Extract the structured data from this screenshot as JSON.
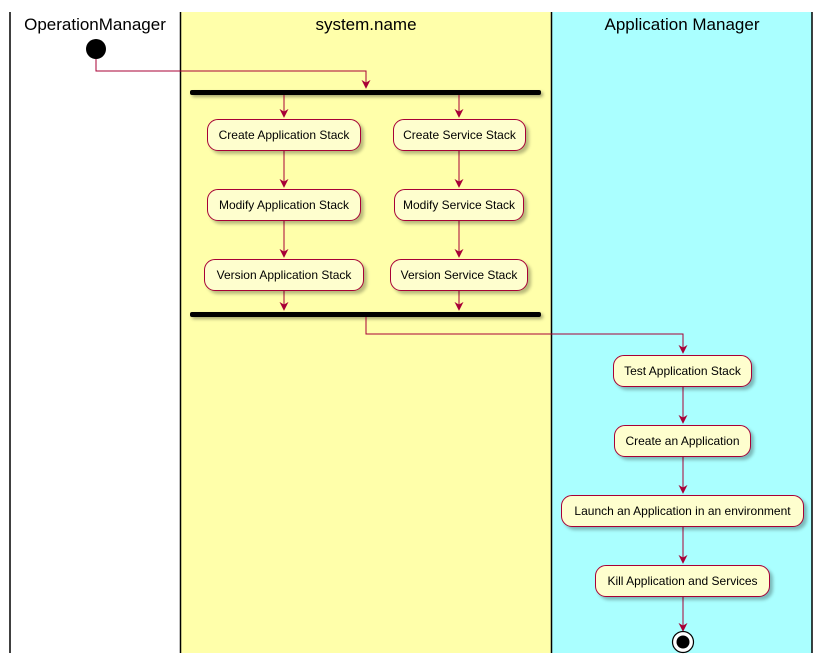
{
  "swimlanes": [
    {
      "title": "OperationManager",
      "color": "#FFFFFF"
    },
    {
      "title": "system.name",
      "color": "#FFFFAA"
    },
    {
      "title": "Application Manager",
      "color": "#AAFFFF"
    }
  ],
  "activities": {
    "create_app_stack": "Create Application Stack",
    "modify_app_stack": "Modify Application Stack",
    "version_app_stack": "Version Application Stack",
    "create_service_stack": "Create Service Stack",
    "modify_service_stack": "Modify Service Stack",
    "version_service_stack": "Version Service Stack",
    "test_app_stack": "Test Application Stack",
    "create_application": "Create an Application",
    "launch_application": "Launch an Application in an environment",
    "kill_application": "Kill Application and Services"
  },
  "colors": {
    "activity_fill": "#FEFECE",
    "activity_border": "#A80036",
    "arrow": "#A80036",
    "bar": "#000000"
  }
}
